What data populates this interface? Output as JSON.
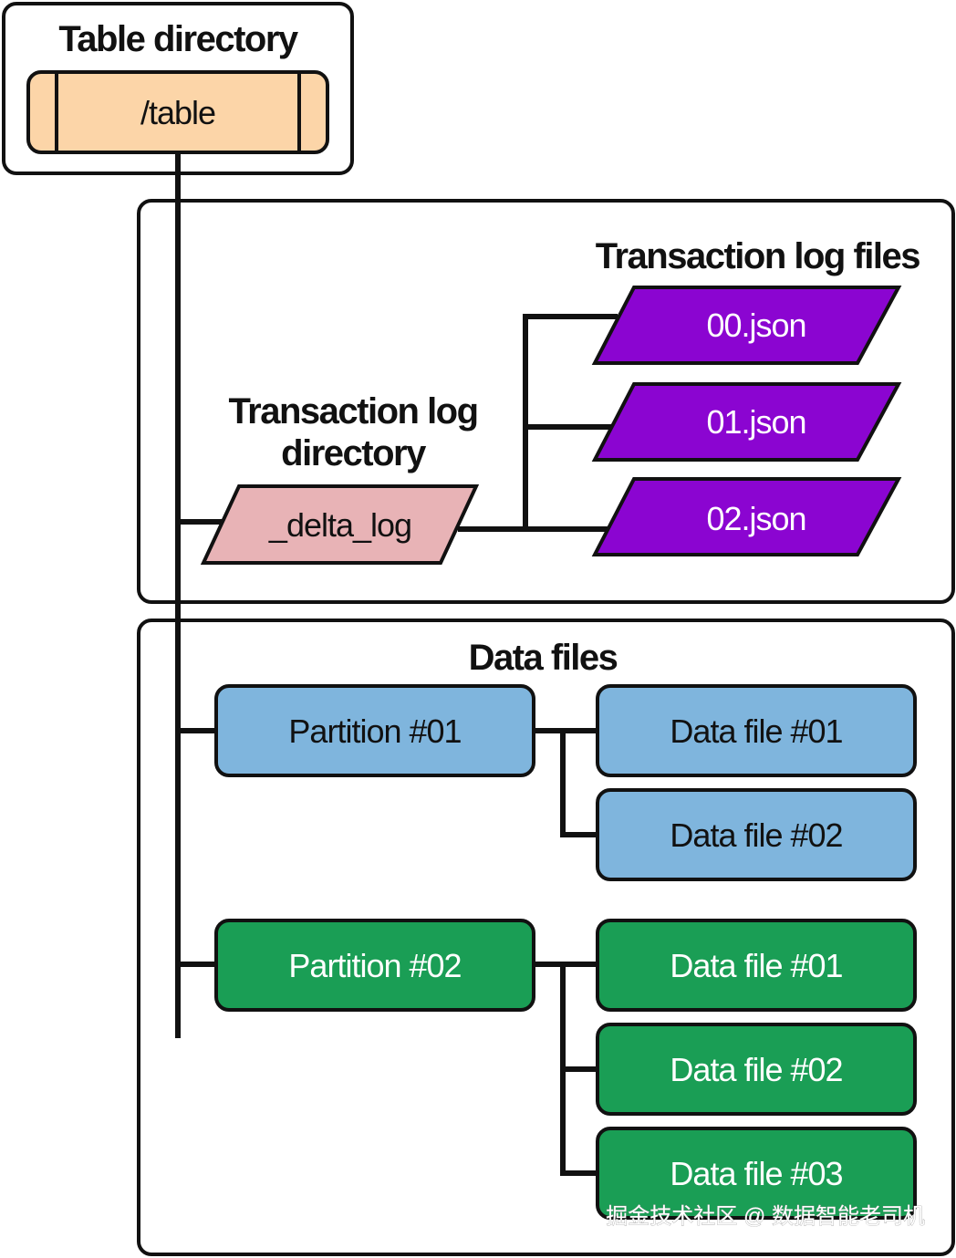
{
  "table_directory": {
    "title": "Table directory",
    "folder": "/table"
  },
  "transaction_log": {
    "directory_title_line1": "Transaction log",
    "directory_title_line2": "directory",
    "directory": "_delta_log",
    "files_title": "Transaction log files",
    "files": [
      "00.json",
      "01.json",
      "02.json"
    ]
  },
  "data_files": {
    "title": "Data files",
    "partitions": [
      {
        "label": "Partition #01",
        "files": [
          "Data file #01",
          "Data file #02"
        ]
      },
      {
        "label": "Partition #02",
        "files": [
          "Data file #01",
          "Data file #02",
          "Data file #03"
        ]
      }
    ]
  },
  "colors": {
    "folder_fill": "#fcd5a8",
    "delta_log_fill": "#e8b3b6",
    "json_fill": "#8b05d1",
    "partition1_fill": "#7fb5dd",
    "partition2_fill": "#1a9e55"
  },
  "watermark": "掘金技术社区 @ 数据智能老司机"
}
